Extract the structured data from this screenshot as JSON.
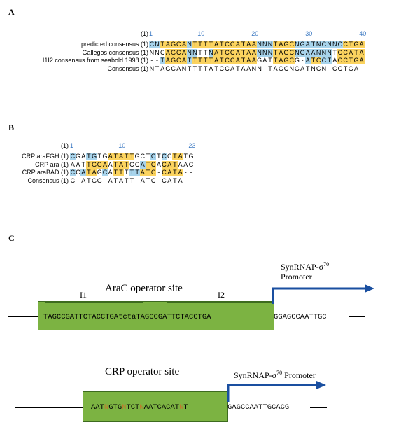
{
  "panels": {
    "a": "A",
    "b": "B",
    "c": "C"
  },
  "alignment_a": {
    "ruler_prefix": "(1)",
    "ticks": [
      "1",
      "10",
      "20",
      "30",
      "40"
    ],
    "rows": [
      {
        "name": "predicted consensus",
        "pos": "(1)",
        "seq": "CNTAGCANTTTTATCCATAANNNTAGCNGATNCNNCCTGA",
        "colors": "BBYYYYYBYYYYYYYYYYYYBBBYYYYBBBBBBBBBYYYY"
      },
      {
        "name": "Gallegos consensus",
        "pos": "(1)",
        "seq": "NNCAGCANNTTNATCCATAANNNTAGCNGAANNNTCCATA",
        "colors": "...YYYYBB..BYYYYYYYYBBBYYYYBBBBBBB.YYYYY"
      },
      {
        "name": "I1I2 consensus from seabold 1998",
        "pos": "(1)",
        "seq": "--TAGCATTTTTATCCATAAGATTAGCG-ATCCTACCTGA",
        "colors": "..BYYYYBYYYYYYYYYYYY...YYYY..BYYBB.YYYYY"
      },
      {
        "name": "Consensus",
        "pos": "(1)",
        "seq": "NTAGCANTTTTATCCATAANN TAGCNGATNCN CCTGA",
        "colors": ""
      }
    ]
  },
  "alignment_b": {
    "ruler_prefix": "(1)",
    "ticks": [
      "1",
      "10",
      "23"
    ],
    "rows": [
      {
        "name": "CRP araFGH",
        "pos": "(1)",
        "seq": "CGATGTGATATTGCTCTCCTATG",
        "colors": "B..BB..YYYYY...B.B.YY.."
      },
      {
        "name": "CRP ara",
        "pos": "(1)",
        "seq": "AATTGGAATATCCATCACATAAC",
        "colors": "...YYYY.YYY..BYY.YYY.."
      },
      {
        "name": "CRP araBAD",
        "pos": "(1)",
        "seq": "CCATAGCATTTTTATC-CATA--",
        "colors": "B.BYY.B.YY.BBYYY.YYYY.."
      },
      {
        "name": "Consensus",
        "pos": "(1)",
        "seq": "C ATGG ATATT ATC CATA",
        "colors": ""
      }
    ]
  },
  "panel_c": {
    "arac": {
      "title": "AraC operator site",
      "i1": "I1",
      "i2": "I2",
      "seq": "TAGCCGATTCTACCTGAtctaTAGCCGATTCTACCTGA",
      "flank": "GGAGCCAATTGC",
      "promoter_line1": "SynRNAP-σ",
      "promoter_sup": "70",
      "promoter_line2": "Promoter"
    },
    "crp": {
      "title": "CRP operator site",
      "seq_parts": [
        {
          "t": "AAT",
          "hl": false
        },
        {
          "t": "N",
          "hl": true
        },
        {
          "t": "GTG",
          "hl": false
        },
        {
          "t": "N",
          "hl": true
        },
        {
          "t": "TCT",
          "hl": false
        },
        {
          "t": "N",
          "hl": true
        },
        {
          "t": "AATCACAT",
          "hl": false
        },
        {
          "t": "N",
          "hl": true
        },
        {
          "t": "T",
          "hl": false
        }
      ],
      "flank": "GAGCCAATTGCACG",
      "promoter_text": "SynRNAP-σ",
      "promoter_sup": "70",
      "promoter_suffix": " Promoter"
    }
  },
  "colors": {
    "yellow": "#fbd35f",
    "blue": "#a8d4ec",
    "tick": "#3a78c2",
    "box": "#7cb342",
    "arrow": "#1a4fa0",
    "n_highlight": "#c8742a"
  }
}
